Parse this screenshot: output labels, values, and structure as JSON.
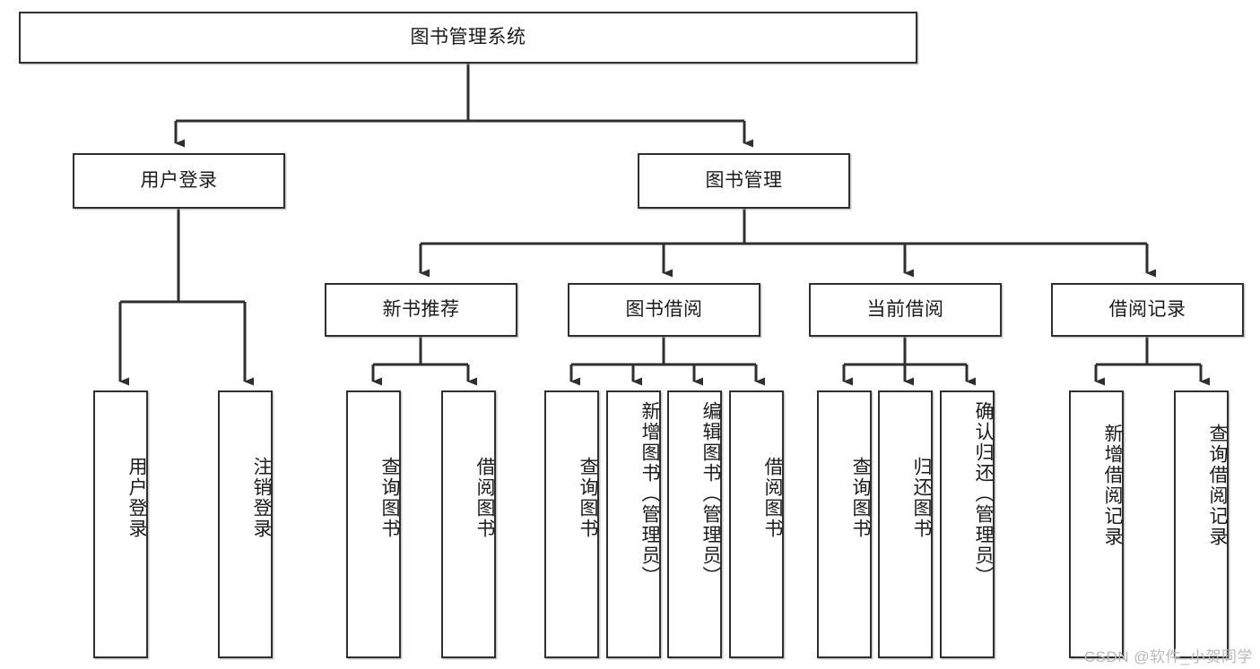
{
  "diagram": {
    "title": "图书管理系统",
    "type": "tree-hierarchy",
    "watermark": "CSDN @软件_小贺同学",
    "colors": {
      "stroke": "#2f2f2f",
      "fill": "#ffffff",
      "text": "#1b1b1b",
      "watermark": "#b9b9b9"
    }
  },
  "nodes": {
    "root": {
      "label": "图书管理系统"
    },
    "level2": [
      {
        "id": "user-login",
        "label": "用户登录"
      },
      {
        "id": "book-manage",
        "label": "图书管理"
      }
    ],
    "level3": [
      {
        "id": "new-book-recommend",
        "label": "新书推荐"
      },
      {
        "id": "book-borrow",
        "label": "图书借阅"
      },
      {
        "id": "current-borrow",
        "label": "当前借阅"
      },
      {
        "id": "borrow-record",
        "label": "借阅记录"
      }
    ],
    "leaves": {
      "user-login": [
        {
          "id": "leaf-user-login",
          "label": "用户登录"
        },
        {
          "id": "leaf-logout",
          "label": "注销登录"
        }
      ],
      "new-book-recommend": [
        {
          "id": "leaf-query-book-1",
          "label": "查询图书"
        },
        {
          "id": "leaf-borrow-book-1",
          "label": "借阅图书"
        }
      ],
      "book-borrow": [
        {
          "id": "leaf-query-book-2",
          "label": "查询图书"
        },
        {
          "id": "leaf-add-book",
          "label": "新增图书（管理员）"
        },
        {
          "id": "leaf-edit-book",
          "label": "编辑图书（管理员）"
        },
        {
          "id": "leaf-borrow-book-2",
          "label": "借阅图书"
        }
      ],
      "current-borrow": [
        {
          "id": "leaf-query-book-3",
          "label": "查询图书"
        },
        {
          "id": "leaf-return-book",
          "label": "归还图书"
        },
        {
          "id": "leaf-confirm-return",
          "label": "确认归还（管理员）"
        }
      ],
      "borrow-record": [
        {
          "id": "leaf-add-record",
          "label": "新增借阅记录"
        },
        {
          "id": "leaf-query-record",
          "label": "查询借阅记录"
        }
      ]
    }
  }
}
